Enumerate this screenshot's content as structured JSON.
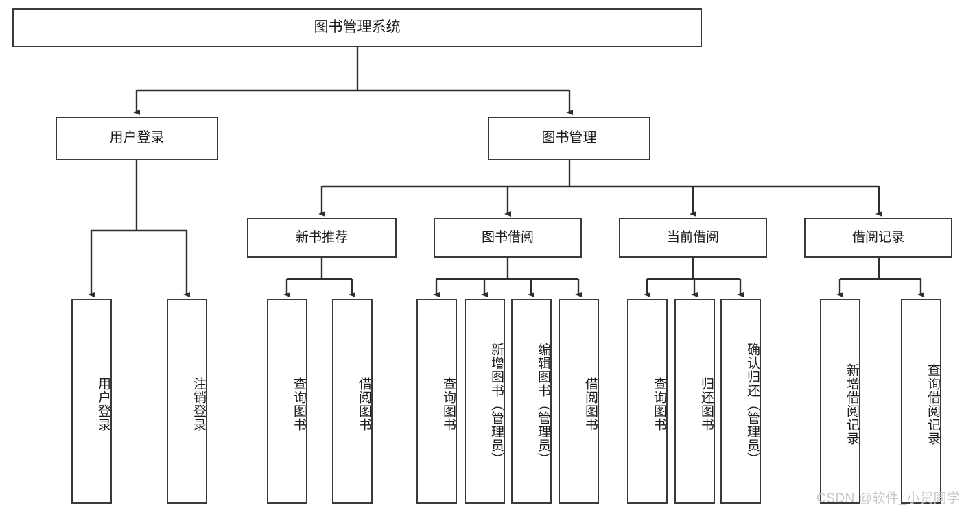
{
  "diagram": {
    "title": "图书管理系统",
    "type": "hierarchy-tree",
    "orientation": "top-down",
    "levels": 4,
    "colors": {
      "box_border": "#3a3a3a",
      "box_fill": "#ffffff",
      "link": "#2e2e2e",
      "text": "#1c1c1c",
      "watermark": "#c9c9c9"
    }
  },
  "root": {
    "label": "图书管理系统"
  },
  "level2": [
    {
      "label": "用户登录"
    },
    {
      "label": "图书管理"
    }
  ],
  "level3": [
    {
      "label": "新书推荐"
    },
    {
      "label": "图书借阅"
    },
    {
      "label": "当前借阅"
    },
    {
      "label": "借阅记录"
    }
  ],
  "leaves": {
    "user_login": [
      {
        "label": "用户登录"
      },
      {
        "label": "注销登录"
      }
    ],
    "new_book_recommend": [
      {
        "label": "查询图书"
      },
      {
        "label": "借阅图书"
      }
    ],
    "book_borrow": [
      {
        "label": "查询图书"
      },
      {
        "label": "新增图书（管理员）"
      },
      {
        "label": "编辑图书（管理员）"
      },
      {
        "label": "借阅图书"
      }
    ],
    "current_borrow": [
      {
        "label": "查询图书"
      },
      {
        "label": "归还图书"
      },
      {
        "label": "确认归还（管理员）"
      }
    ],
    "borrow_record": [
      {
        "label": "新增借阅记录"
      },
      {
        "label": "查询借阅记录"
      }
    ]
  },
  "watermark": {
    "text": "CSDN @软件_小贺同学"
  }
}
